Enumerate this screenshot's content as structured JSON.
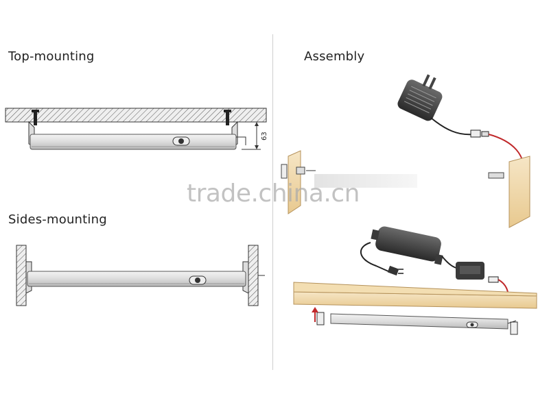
{
  "sections": {
    "top_mounting": "Top-mounting",
    "sides_mounting": "Sides-mounting",
    "assembly": "Assembly"
  },
  "dimension": "63",
  "watermark": "trade.china.cn"
}
